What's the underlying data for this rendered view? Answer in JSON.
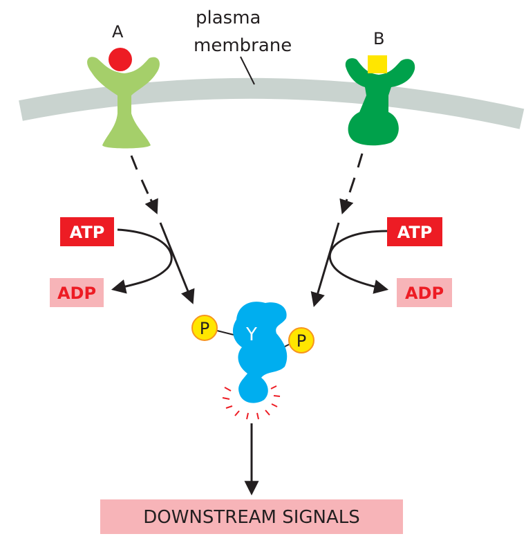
{
  "membrane_label_line1": "plasma",
  "membrane_label_line2": "membrane",
  "receptor_a": {
    "label": "A",
    "color": "#a5cf6a",
    "ligand_color": "#ed1c24"
  },
  "receptor_b": {
    "label": "B",
    "color": "#00a14b",
    "ligand_color": "#ffe600"
  },
  "left_atp": "ATP",
  "left_adp": "ADP",
  "right_atp": "ATP",
  "right_adp": "ADP",
  "protein_label": "Y",
  "phosphate_left": "P",
  "phosphate_right": "P",
  "downstream": "DOWNSTREAM SIGNALS",
  "colors": {
    "membrane": "#c9d3cf",
    "atp_box": "#ed1c24",
    "adp_box": "#f7b4b8",
    "adp_text": "#ed1c24",
    "protein": "#00aeef",
    "phosphate_fill": "#ffe600",
    "phosphate_stroke": "#f7941d",
    "activation_rays": "#ed1c24",
    "downstream_box": "#f7b4b8",
    "arrow": "#231f20"
  }
}
